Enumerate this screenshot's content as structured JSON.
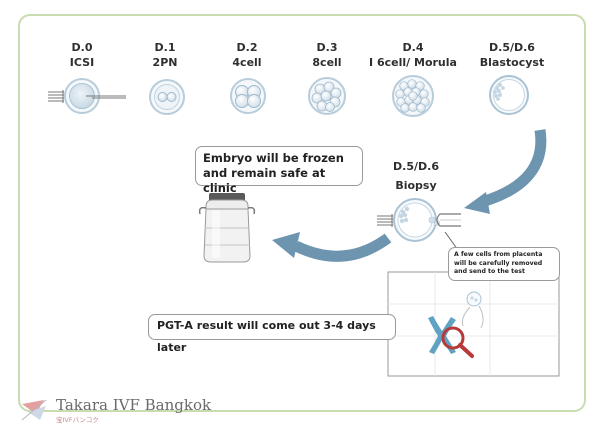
{
  "stages": [
    {
      "day": "D.0",
      "name": "ICSI"
    },
    {
      "day": "D.1",
      "name": "2PN"
    },
    {
      "day": "D.2",
      "name": "4cell"
    },
    {
      "day": "D.3",
      "name": "8cell"
    },
    {
      "day": "D.4",
      "name": "I 6cell/ Morula"
    },
    {
      "day": "D.5/D.6",
      "name": "Blastocyst"
    }
  ],
  "biopsy": {
    "day": "D.5/D.6",
    "label": "Biopsy"
  },
  "notes": {
    "freeze": "Embryo will be frozen and remain safe at clinic",
    "placenta": "A few cells from placenta will be carefully removed and send to the test",
    "result": "PGT-A result will come out 3-4 days later"
  },
  "brand": {
    "name": "Takara IVF Bangkok",
    "sub": "宝IVFバンコク"
  },
  "colors": {
    "border": "#c9dcb0",
    "arrow": "#6d95b0",
    "cell_fill": "#e7f0f6",
    "cell_stroke": "#a9c3d4",
    "logo_bird": "#e3a0a0"
  }
}
